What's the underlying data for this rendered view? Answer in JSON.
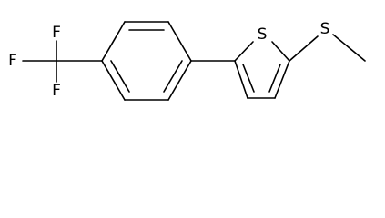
{
  "diagram": {
    "type": "chemical-structure",
    "atoms": [
      {
        "id": "F1",
        "label": "F"
      },
      {
        "id": "F2",
        "label": "F"
      },
      {
        "id": "F3",
        "label": "F"
      },
      {
        "id": "S_ring",
        "label": "S"
      },
      {
        "id": "S_methyl",
        "label": "S"
      }
    ],
    "colors": {
      "bond": "#000000",
      "label": "#000000",
      "background": "#ffffff"
    }
  }
}
